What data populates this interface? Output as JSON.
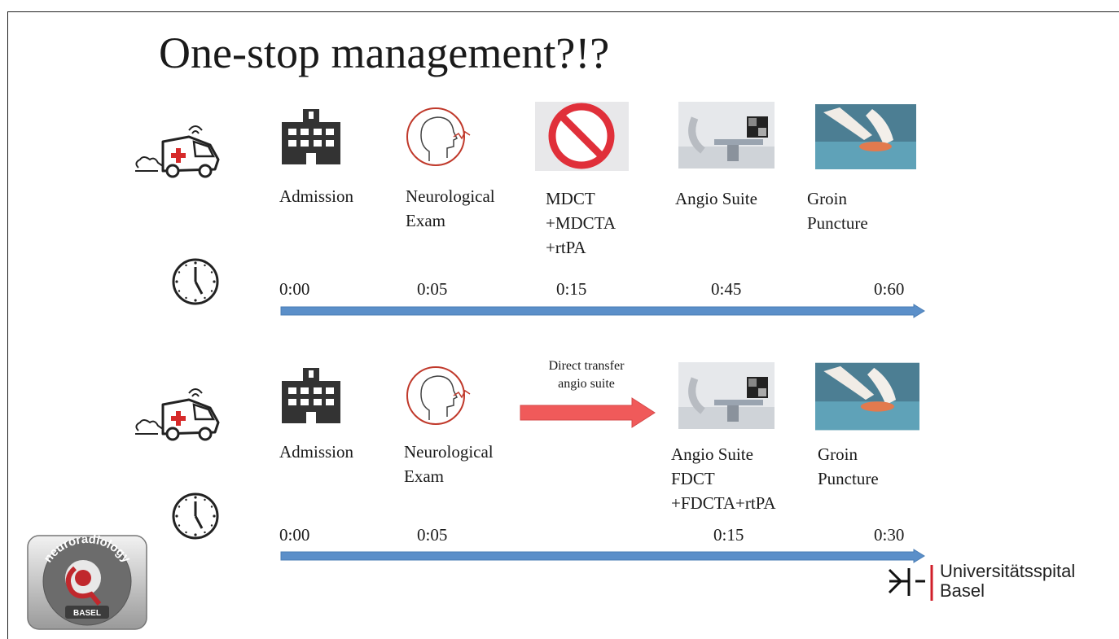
{
  "title": "One-stop management?!?",
  "rows": [
    {
      "steps": [
        {
          "label": "Admission",
          "icon": "hospital-icon"
        },
        {
          "label": "Neurological\nExam",
          "icon": "head-exam-icon"
        },
        {
          "label": "MDCT\n+MDCTA\n+rtPA",
          "icon": "prohibited-icon"
        },
        {
          "label": "Angio Suite",
          "icon": "angio-suite-photo"
        },
        {
          "label": "Groin\nPuncture",
          "icon": "groin-puncture-photo"
        }
      ],
      "times": [
        "0:00",
        "0:05",
        "0:15",
        "0:45",
        "0:60"
      ]
    },
    {
      "steps": [
        {
          "label": "Admission",
          "icon": "hospital-icon"
        },
        {
          "label": "Neurological\nExam",
          "icon": "head-exam-icon"
        },
        {
          "label": "Angio Suite\nFDCT\n+FDCTA+rtPA",
          "icon": "angio-suite-photo"
        },
        {
          "label": "Groin\nPuncture",
          "icon": "groin-puncture-photo"
        }
      ],
      "transfer_label": "Direct transfer\nangio suite",
      "times": [
        "0:00",
        "0:05",
        "0:15",
        "0:30"
      ]
    }
  ],
  "logos": {
    "neuroradiology": {
      "text": "neuroradiology",
      "subtext": "BASEL"
    },
    "university": {
      "text": "Universitätsspital\nBasel"
    }
  },
  "colors": {
    "timeline_arrow": "#5b8fc9",
    "transfer_arrow": "#f05a5a",
    "prohibit": "#e0303a"
  }
}
